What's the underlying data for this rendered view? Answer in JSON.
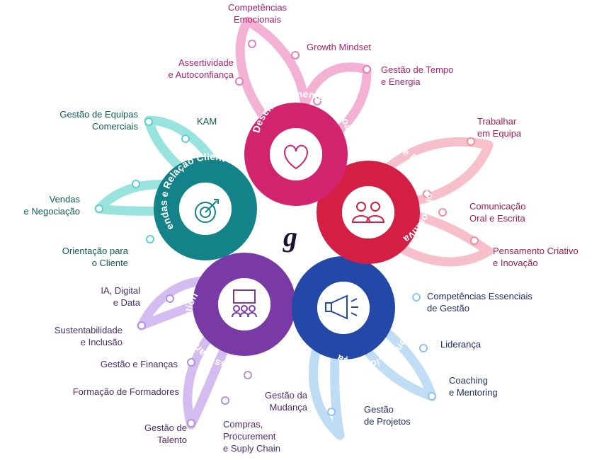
{
  "hub": {
    "logo": "g",
    "petals": {
      "desenvolvimento": {
        "label": "Desenvolvimento Pessoal",
        "icon": "heart-icon",
        "color": "#d2236e"
      },
      "trabalhar": {
        "label": "Trabalhar de Forma Colaborativa",
        "icon": "team-icon",
        "color": "#d41f45"
      },
      "management": {
        "label": "Management e Liderança",
        "icon": "megaphone-icon",
        "color": "#2448a8"
      },
      "business": {
        "label": "Business Transformation",
        "icon": "presentation-icon",
        "color": "#7a3aa6"
      },
      "vendas": {
        "label": "Vendas e Relação Cliente",
        "icon": "target-icon",
        "color": "#138289"
      }
    }
  },
  "skills": {
    "desenvolvimento": {
      "competencias": [
        "Competências",
        "Emocionais"
      ],
      "growth": [
        "Growth Mindset"
      ],
      "assertividade": [
        "Assertividade",
        "e Autoconfiança"
      ],
      "tempo": [
        "Gestão de Tempo",
        "e Energia"
      ]
    },
    "trabalhar": {
      "equipa": [
        "Trabalhar",
        "em Equipa"
      ],
      "comunicacao": [
        "Comunicação",
        "Oral e Escrita"
      ],
      "criativo": [
        "Pensamento Criativo",
        "e Inovação"
      ]
    },
    "vendas": {
      "equipas": [
        "Gestão de Equipas",
        "Comerciais"
      ],
      "kam": [
        "KAM"
      ],
      "negociacao": [
        "Vendas",
        "e Negociação"
      ],
      "orientacao": [
        "Orientação para",
        "o Cliente"
      ]
    },
    "business": {
      "ia": [
        "IA, Digital",
        "e Data"
      ],
      "sustentabilidade": [
        "Sustentabilidade",
        "e Inclusão"
      ],
      "financas": [
        "Gestão e Finanças"
      ],
      "formadores": [
        "Formação de Formadores"
      ],
      "talento": [
        "Gestão de",
        "Talento"
      ],
      "compras": [
        "Compras,",
        "Procurement",
        "e Suply Chain"
      ],
      "mudanca": [
        "Gestão da",
        "Mudança"
      ]
    },
    "management": {
      "essenciais": [
        "Competências Essenciais",
        "de Gestão"
      ],
      "lideranca": [
        "Liderança"
      ],
      "coaching": [
        "Coaching",
        "e Mentoring"
      ],
      "projetos": [
        "Gestão",
        "de Projetos"
      ]
    }
  }
}
